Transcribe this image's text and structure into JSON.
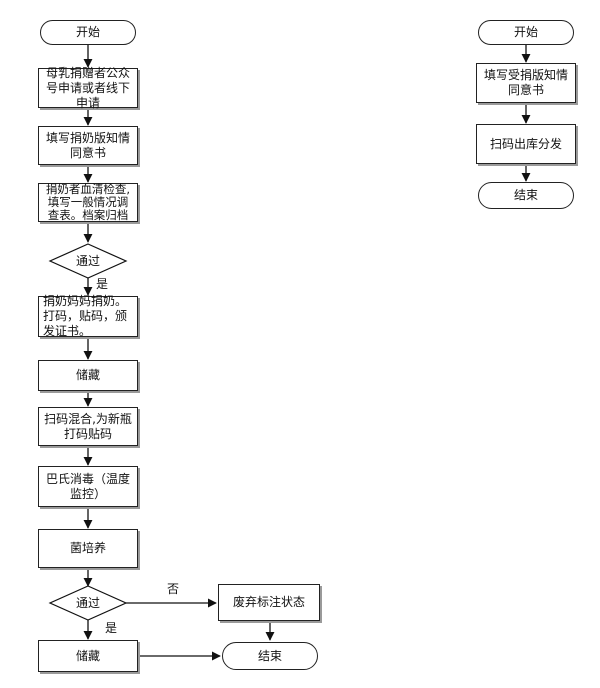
{
  "left_flow": {
    "start": "开始",
    "step1": "母乳捐赠者公众号申请或者线下申请",
    "step2": "填写捐奶版知情同意书",
    "step3": "捐奶者血清检查,填写一般情况调查表。档案归档",
    "decision1": "通过",
    "decision1_yes": "是",
    "step4": "捐奶妈妈捐奶。打码，贴码，颁发证书。",
    "step5": "储藏",
    "step6": "扫码混合,为新瓶打码贴码",
    "step7": "巴氏消毒（温度监控）",
    "step8": "菌培养",
    "decision2": "通过",
    "decision2_yes": "是",
    "decision2_no": "否",
    "discard": "废弃标注状态",
    "step9": "储藏",
    "end": "结束"
  },
  "right_flow": {
    "start": "开始",
    "step1": "填写受捐版知情同意书",
    "step2": "扫码出库分发",
    "end": "结束"
  }
}
